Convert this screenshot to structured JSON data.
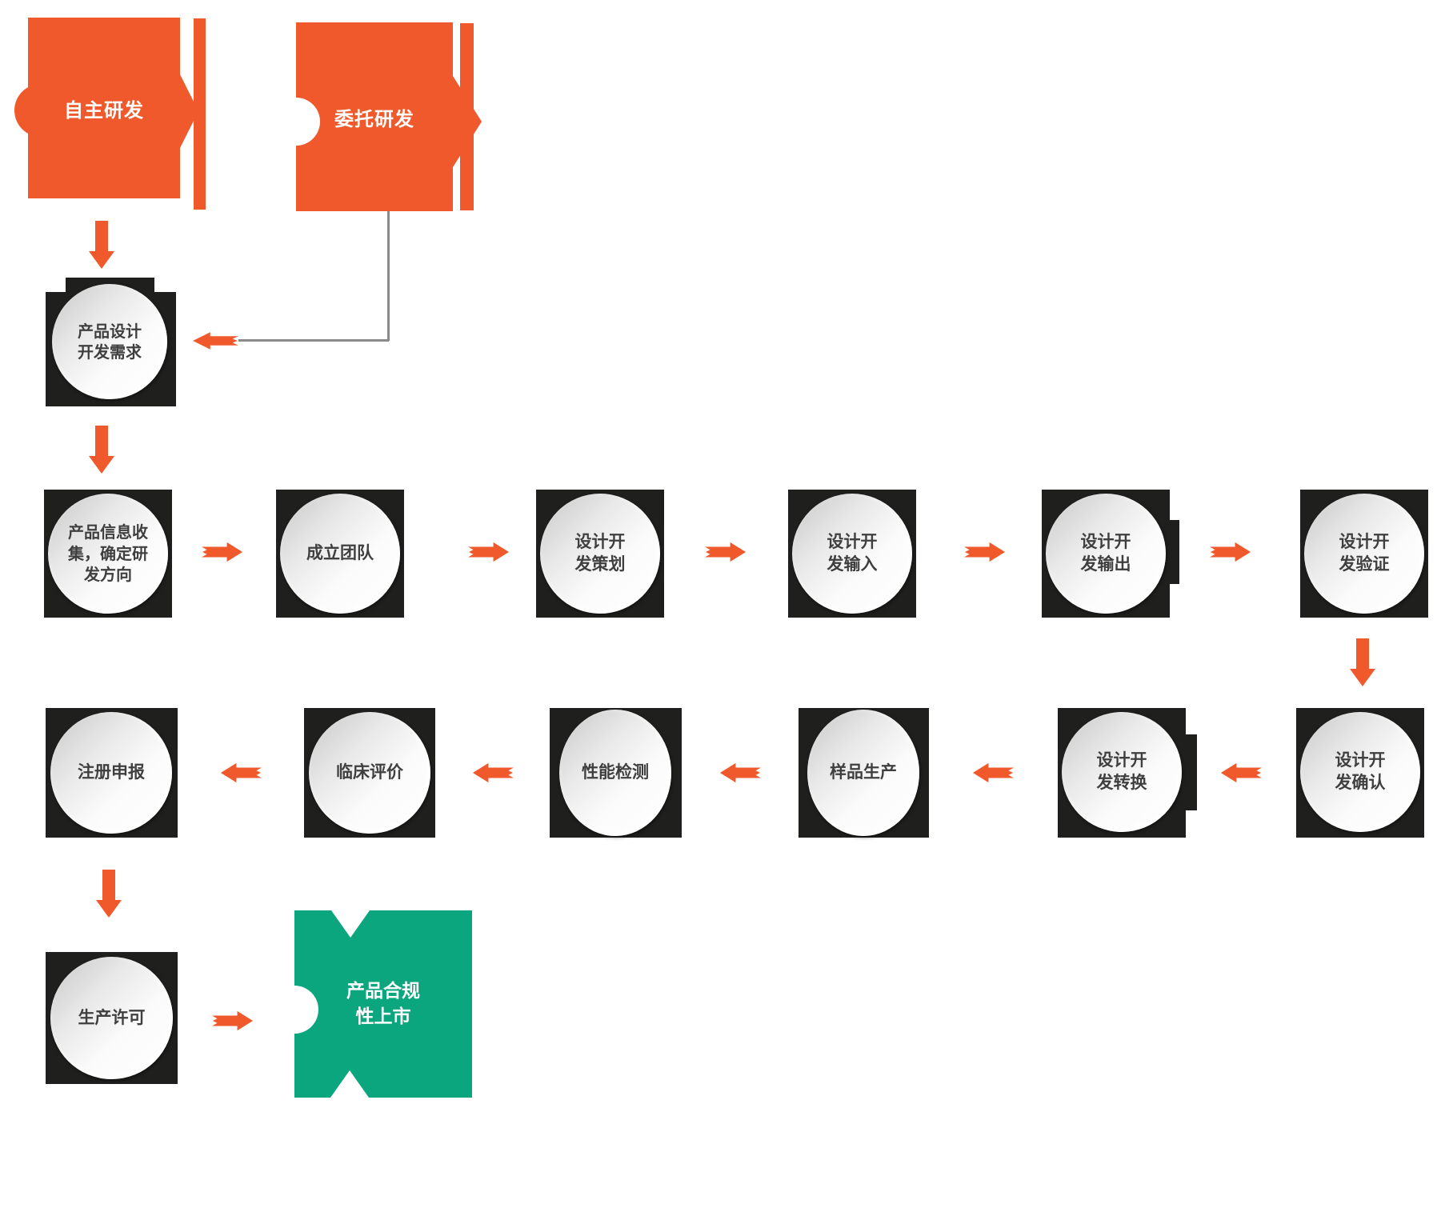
{
  "colors": {
    "orange": "#F0592B",
    "green": "#0BA57E",
    "dark": "#1F1F1D",
    "connector_gray": "#8A8A8A",
    "circle_text": "#3F3F3F"
  },
  "sources": {
    "self_rd": {
      "label": "自主研发"
    },
    "entrusted_rd": {
      "label": "委托研发"
    }
  },
  "nodes": {
    "demand": {
      "lines": [
        "产品设计",
        "开发需求"
      ]
    },
    "info_collect": {
      "lines": [
        "产品信息收",
        "集，确定研",
        "发方向"
      ]
    },
    "team": {
      "lines": [
        "成立团队"
      ]
    },
    "plan": {
      "lines": [
        "设计开",
        "发策划"
      ]
    },
    "input": {
      "lines": [
        "设计开",
        "发输入"
      ]
    },
    "output": {
      "lines": [
        "设计开",
        "发输出"
      ]
    },
    "verify": {
      "lines": [
        "设计开",
        "发验证"
      ]
    },
    "confirm": {
      "lines": [
        "设计开",
        "发确认"
      ]
    },
    "transfer": {
      "lines": [
        "设计开",
        "发转换"
      ]
    },
    "sample": {
      "lines": [
        "样品生产"
      ]
    },
    "test": {
      "lines": [
        "性能检测"
      ]
    },
    "clinical": {
      "lines": [
        "临床评价"
      ]
    },
    "register": {
      "lines": [
        "注册申报"
      ]
    },
    "license": {
      "lines": [
        "生产许可"
      ]
    }
  },
  "terminal": {
    "lines": [
      "产品合规",
      "性上市"
    ]
  }
}
